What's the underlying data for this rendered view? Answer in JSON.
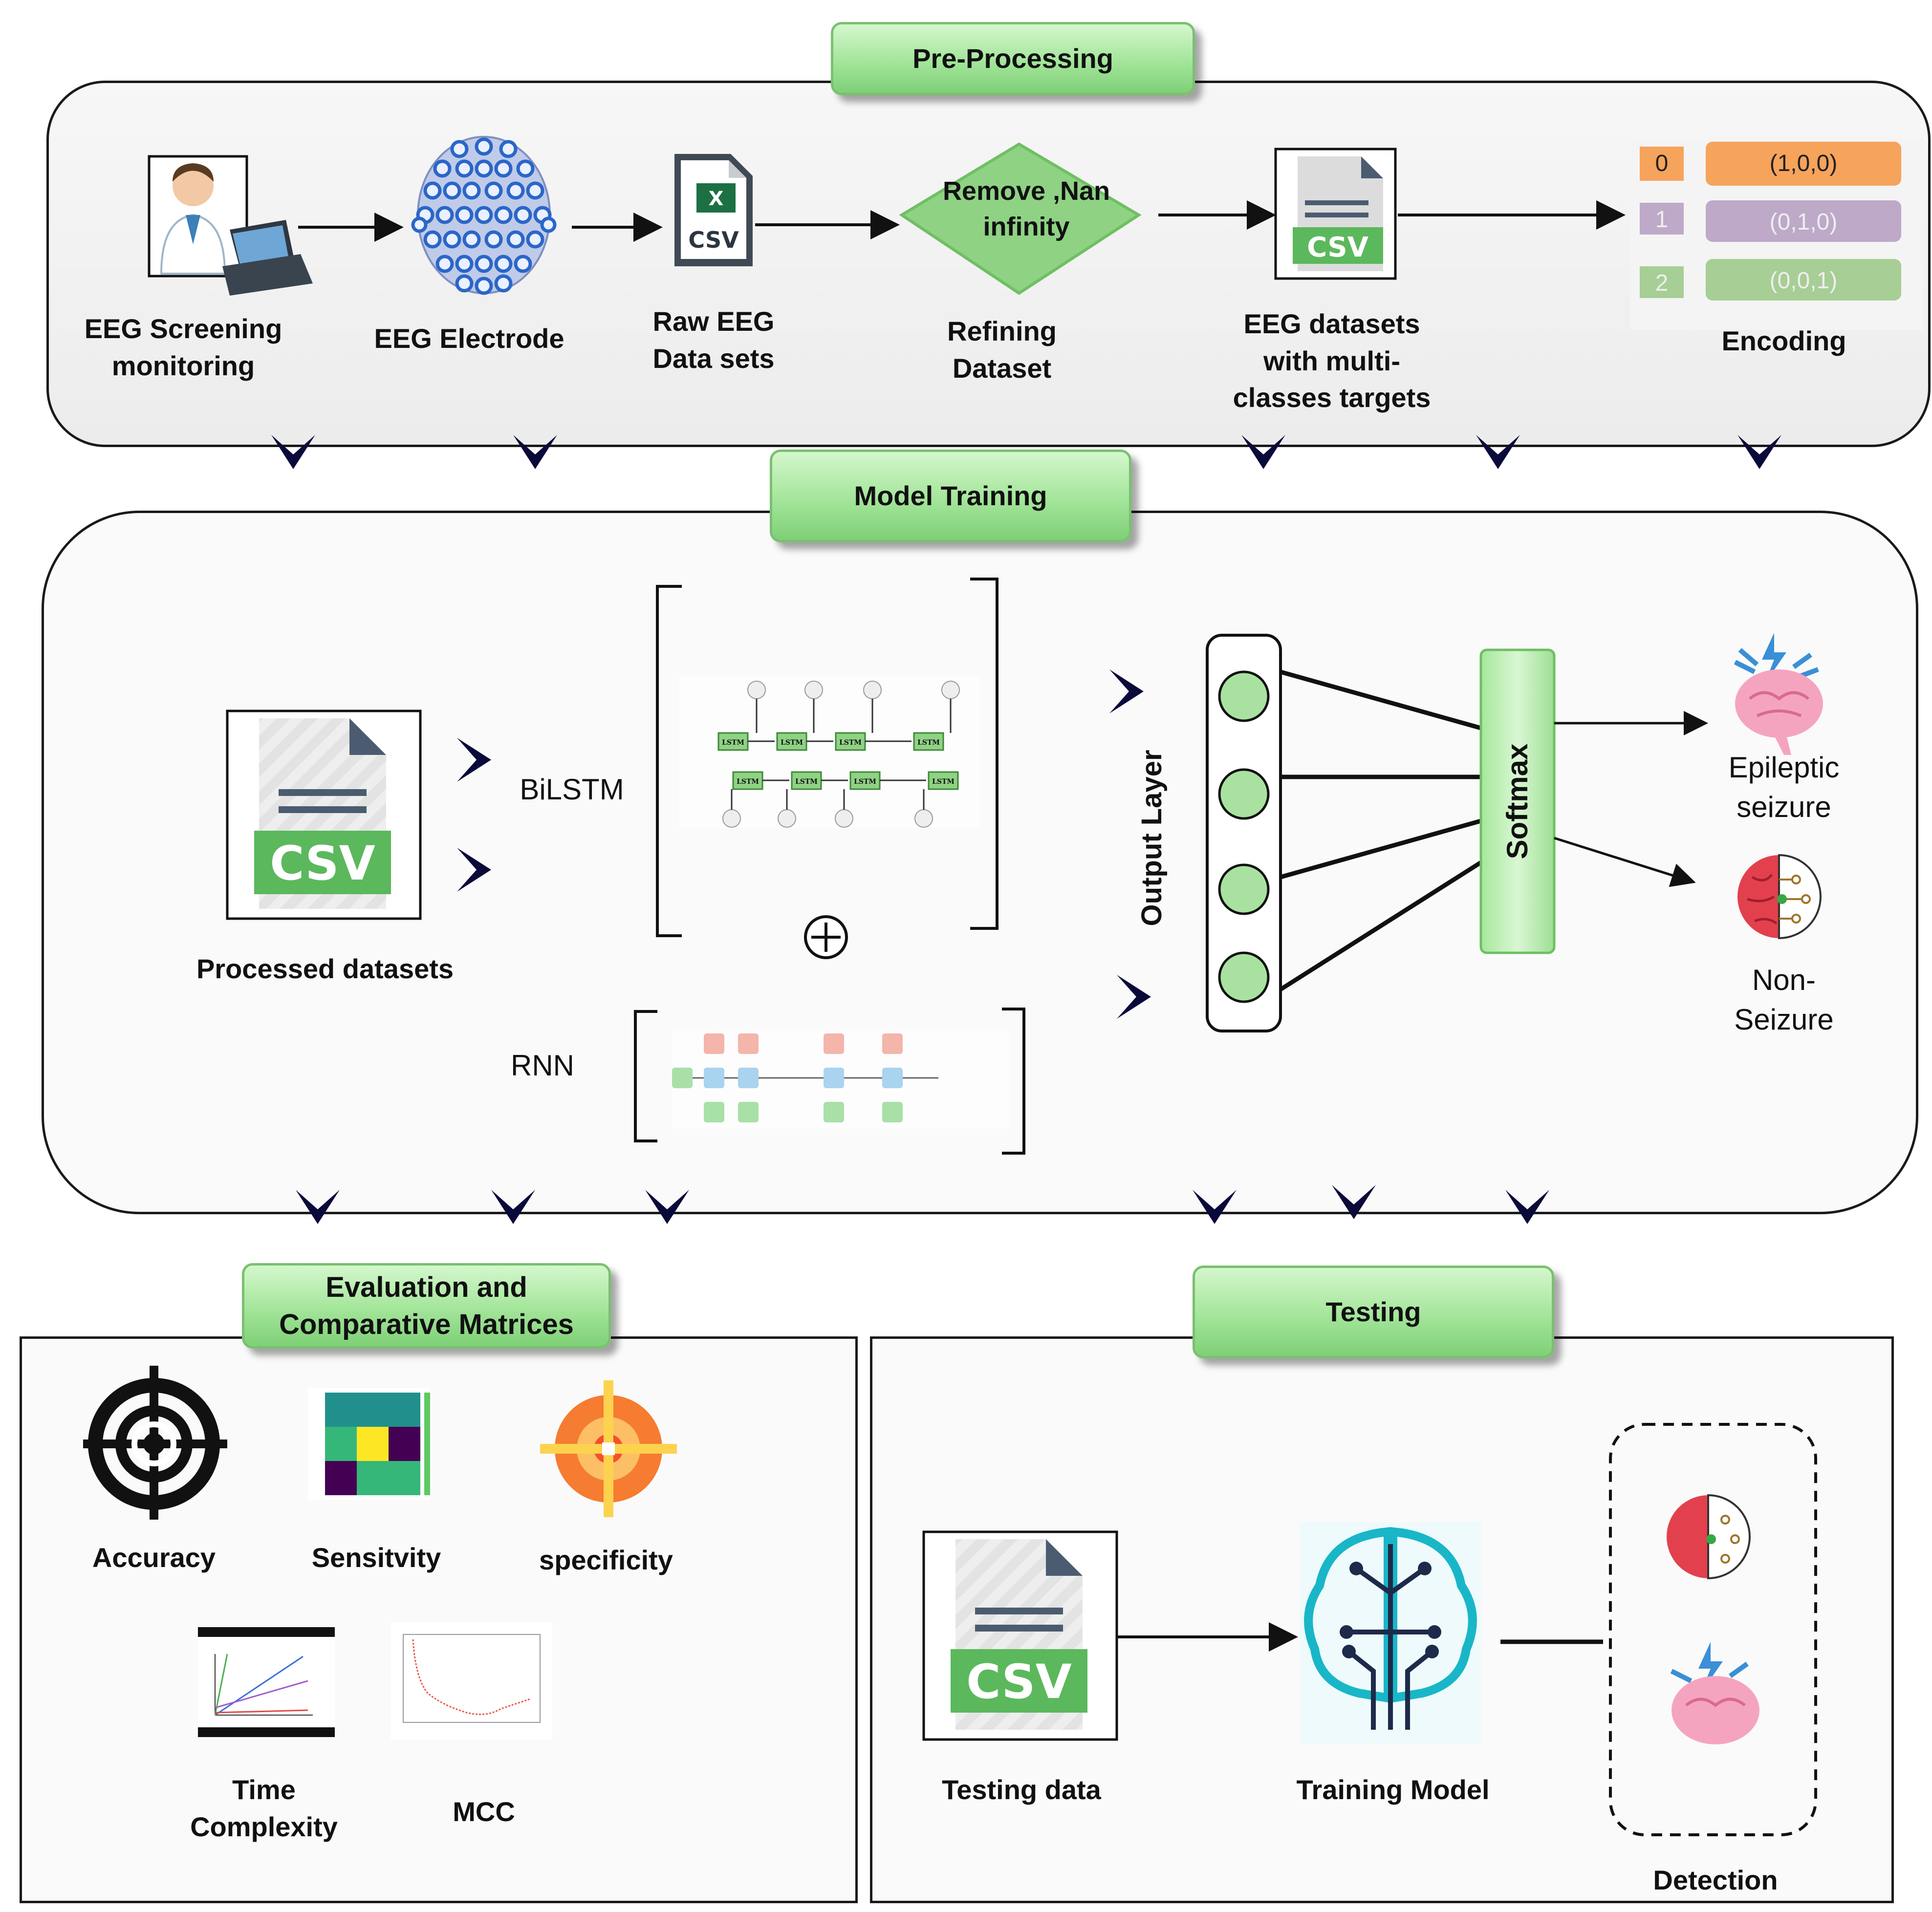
{
  "preprocessing": {
    "title": "Pre-Processing",
    "items": {
      "screening": "EEG Screening monitoring",
      "electrode": "EEG Electrode",
      "raw": "Raw EEG Data sets",
      "refine_box": "Remove ,Nan infinity",
      "refine": "Refining Dataset",
      "multiclass": "EEG datasets with multi-classes targets",
      "encoding": "Encoding"
    },
    "encoding_rows": [
      {
        "index": "0",
        "vector": "(1,0,0)"
      },
      {
        "index": "1",
        "vector": "(0,1,0)"
      },
      {
        "index": "2",
        "vector": "(0,0,1)"
      }
    ],
    "csv_icon_text": "CSV"
  },
  "training": {
    "title": "Model Training",
    "processed": "Processed datasets",
    "bilstm": "BiLSTM",
    "rnn": "RNN",
    "output_layer": "Output Layer",
    "softmax": "Softmax",
    "epileptic": "Epileptic seizure",
    "nonseizure": "Non-Seizure",
    "csv_icon_text": "CSV",
    "lstm_cell": "LSTM"
  },
  "evaluation": {
    "title": "Evaluation and Comparative Matrices",
    "accuracy": "Accuracy",
    "sensitivity": "Sensitvity",
    "specificity": "specificity",
    "time": "Time Complexity",
    "mcc": "MCC"
  },
  "testing": {
    "title": "Testing",
    "testing_data": "Testing  data",
    "training_model": "Training Model",
    "detection": "Detection",
    "csv_icon_text": "CSV"
  },
  "colors": {
    "header_green": "#a3e59a",
    "csv_green": "#5cb85c",
    "arrow_navy": "#0a0a3a",
    "encoding_orange": "#f6a35c",
    "encoding_purple": "#b49bbf",
    "encoding_green": "#93c47d"
  }
}
